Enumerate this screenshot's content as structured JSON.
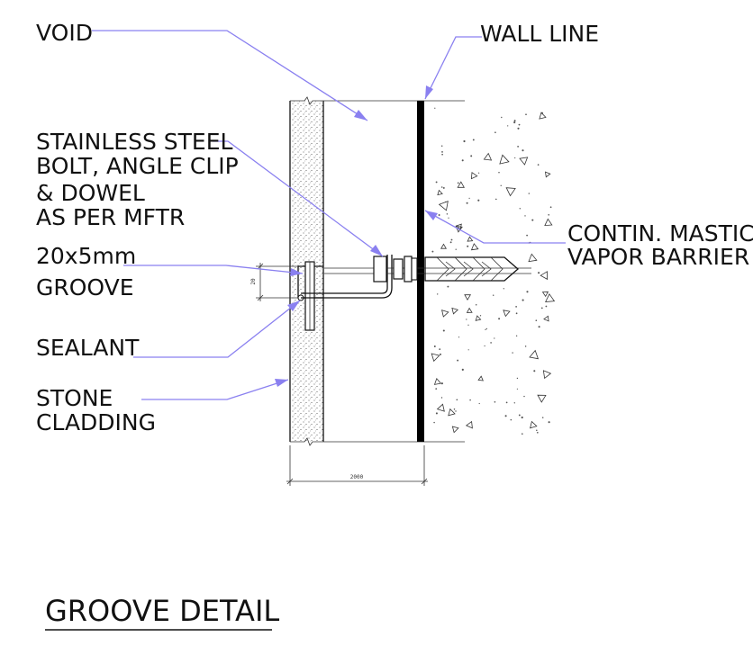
{
  "labels": {
    "void": "VOID",
    "wall_line": "WALL LINE",
    "bolt_line1": "STAINLESS STEEL",
    "bolt_line2": "BOLT, ANGLE CLIP",
    "bolt_line3": "& DOWEL",
    "bolt_line4": "AS PER MFTR",
    "groove_line1": "20x5mm",
    "groove_line2": "GROOVE",
    "sealant": "SEALANT",
    "stone_line1": "STONE",
    "stone_line2": "CLADDING",
    "mastic_line1": "CONTIN. MASTIC",
    "mastic_line2": "VAPOR BARRIER"
  },
  "dimensions": {
    "overall_width": "2000",
    "groove_height": "20"
  },
  "title": "GROOVE DETAIL",
  "colors": {
    "leader": "#8a80f0",
    "ink": "#111111",
    "wall_fill": "#000000"
  }
}
